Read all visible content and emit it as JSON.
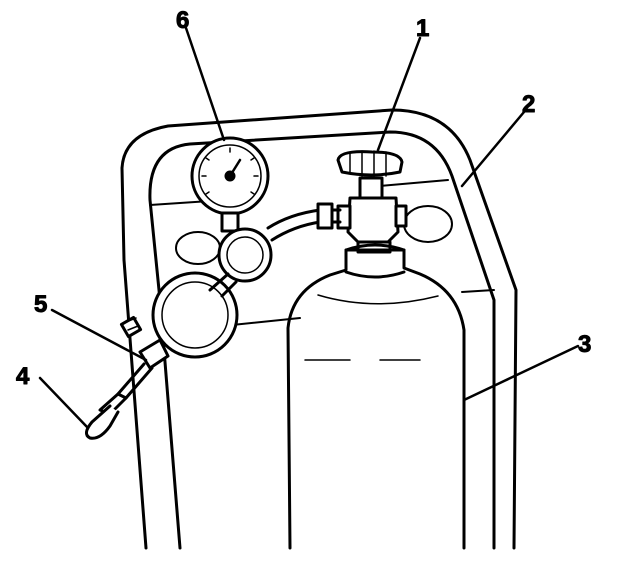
{
  "callouts": [
    {
      "id": "1",
      "text": "1"
    },
    {
      "id": "2",
      "text": "2"
    },
    {
      "id": "3",
      "text": "3"
    },
    {
      "id": "4",
      "text": "4"
    },
    {
      "id": "5",
      "text": "5"
    },
    {
      "id": "6",
      "text": "6"
    }
  ],
  "colors": {
    "line": "#000000",
    "background": "#ffffff"
  }
}
